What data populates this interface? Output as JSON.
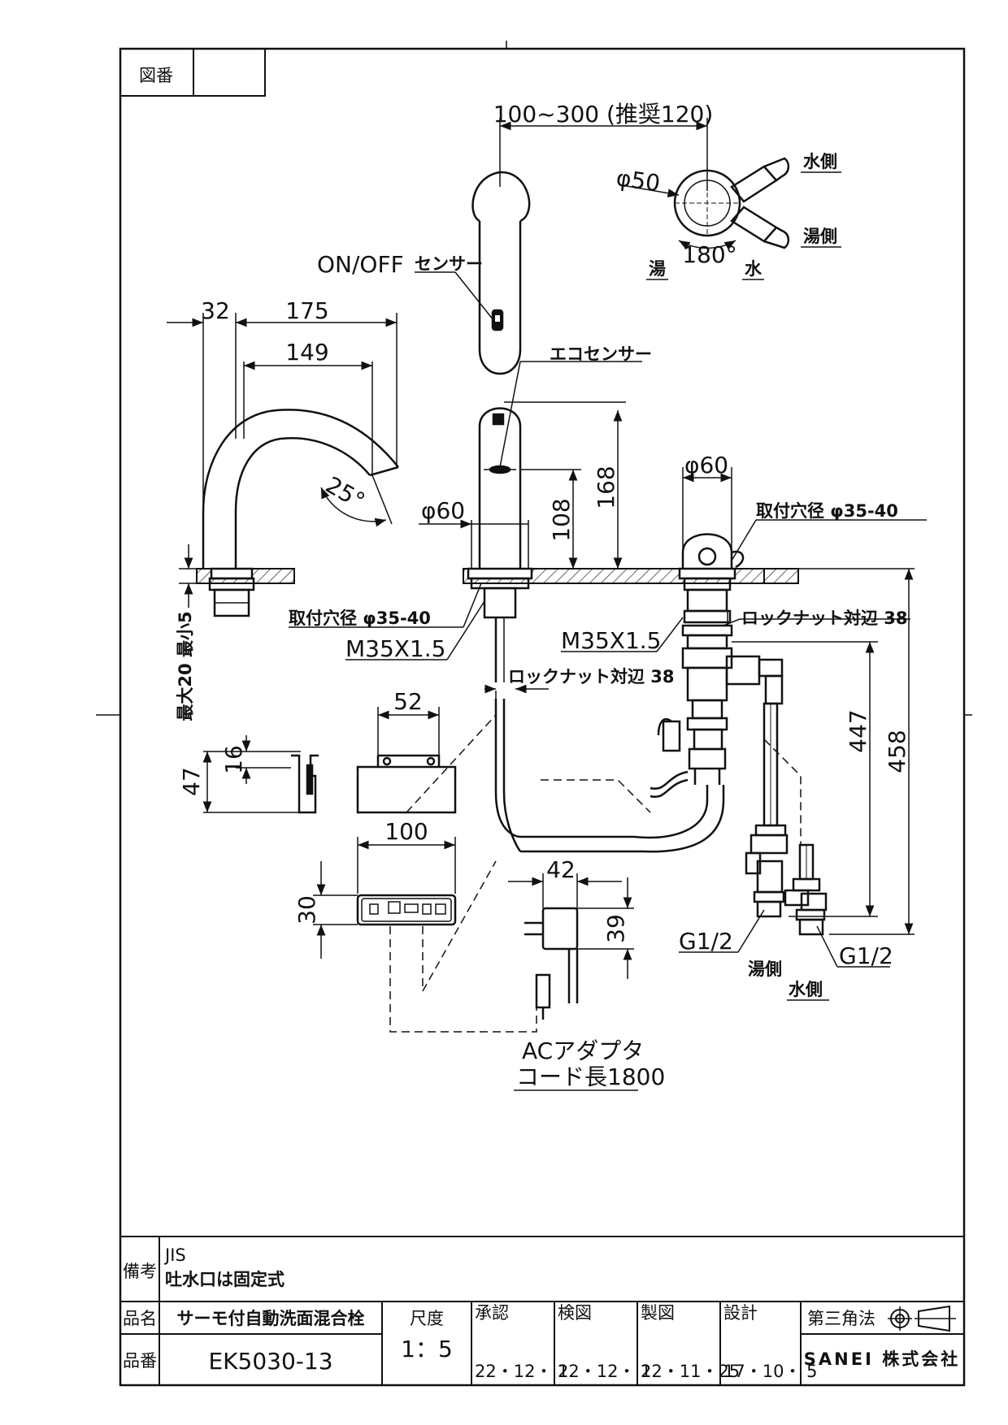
{
  "frame": {
    "drawing_number_label": "図番"
  },
  "dimensions": {
    "install_range": "100~300 (推奨120)",
    "d50": "φ50",
    "angle180": "180°",
    "spout_32": "32",
    "spout_175": "175",
    "spout_149": "149",
    "angle25": "25°",
    "phi60_spout": "φ60",
    "h108": "108",
    "h168": "168",
    "phi60_valve": "φ60",
    "h447": "447",
    "h458": "458",
    "thickness": "最大20 最小5",
    "box_52": "52",
    "box_16": "16",
    "box_47": "47",
    "ctrl_100": "100",
    "ctrl_30": "30",
    "ad_42": "42",
    "ad_39": "39"
  },
  "labels": {
    "water_side": "水側",
    "hot_side": "湯側",
    "hot": "湯",
    "water": "水",
    "on_off_sensor_a": "ON/OFF",
    "on_off_sensor_b": "センサー",
    "eco_sensor": "エコセンサー",
    "mount_hole_valve": "取付穴径 φ35-40",
    "mount_hole_spout": "取付穴径 φ35-40",
    "thread_spout": "M35X1.5",
    "thread_valve": "M35X1.5",
    "locknut_valve": "ロックナット対辺 38",
    "locknut_spout": "ロックナット対辺 38",
    "g_left": "G1/2",
    "g_right": "G1/2",
    "hot_side_bottom": "湯側",
    "water_side_bottom": "水側",
    "ac_adapter_a": "ACアダプタ",
    "ac_adapter_b": "コード長1800"
  },
  "title_block": {
    "remarks_label": "備考",
    "remarks_line1": "JIS",
    "remarks_line2": "吐水口は固定式",
    "product_name_label": "品名",
    "product_name": "サーモ付自動洗面混合栓",
    "product_number_label": "品番",
    "product_number": "EK5030-13",
    "scale_label": "尺度",
    "scale": "1：5",
    "approved_label": "承認",
    "approved_date": "22・12・ 1",
    "checked_label": "検図",
    "checked_date": "22・12・ 1",
    "drawn_label": "製図",
    "drawn_date": "22・11・25",
    "designed_label": "設計",
    "designed_date": "17・10・ 5",
    "projection": "第三角法",
    "company": "SANEI 株式会社"
  }
}
